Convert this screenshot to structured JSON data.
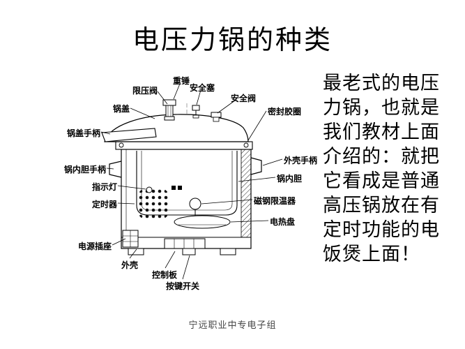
{
  "slide": {
    "title": "电压力锅的种类",
    "footer": "宁远职业中专电子组"
  },
  "side_text": {
    "lines": [
      "最老式的电压",
      "力锅，也就是",
      "我们教材上面",
      "介绍的：就把",
      "它看成是普通",
      "高压锅放在有",
      "定时功能的电",
      "饭煲上面！"
    ]
  },
  "diagram": {
    "description": "电压力锅剖面结构图",
    "labels": [
      {
        "id": "pressure-limit-valve",
        "text": "限压阀"
      },
      {
        "id": "weight",
        "text": "重锤"
      },
      {
        "id": "safety-plug",
        "text": "安全塞"
      },
      {
        "id": "safety-valve",
        "text": "安全阀"
      },
      {
        "id": "sealing-ring",
        "text": "密封胶圈"
      },
      {
        "id": "lid",
        "text": "锅盖"
      },
      {
        "id": "lid-handle",
        "text": "锅盖手柄"
      },
      {
        "id": "inner-pot-handle",
        "text": "锅内胆手柄"
      },
      {
        "id": "shell-handle",
        "text": "外壳手柄"
      },
      {
        "id": "inner-pot",
        "text": "锅内胆"
      },
      {
        "id": "indicator-light",
        "text": "指示灯"
      },
      {
        "id": "timer",
        "text": "定时器"
      },
      {
        "id": "magnetic-limiter",
        "text": "磁钢限温器"
      },
      {
        "id": "heating-plate",
        "text": "电热盘"
      },
      {
        "id": "power-socket",
        "text": "电源插座"
      },
      {
        "id": "outer-shell",
        "text": "外壳"
      },
      {
        "id": "control-board",
        "text": "控制板"
      },
      {
        "id": "button-switch",
        "text": "按键开关"
      }
    ]
  },
  "colors": {
    "background": "#ffffff",
    "text": "#000000"
  }
}
